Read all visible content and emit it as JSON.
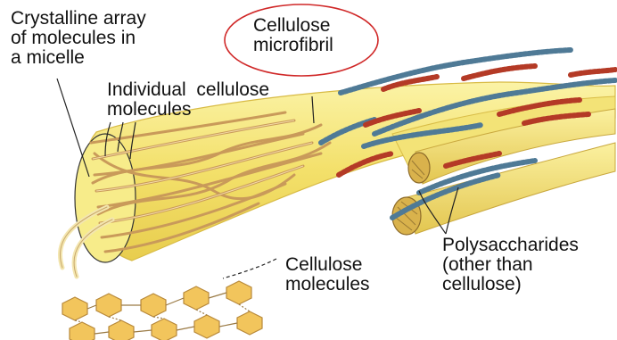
{
  "labels": {
    "crystalline": [
      "Crystalline array",
      "of molecules in",
      "a micelle"
    ],
    "microfibril": [
      "Cellulose",
      "microfibril"
    ],
    "individual": [
      "Individual  cellulose",
      "molecules"
    ],
    "cellulose_molecules": [
      "Cellulose",
      "molecules"
    ],
    "polysaccharides": [
      "Polysaccharides",
      "(other than",
      "cellulose)"
    ]
  },
  "colors": {
    "fibril": "#f6ea7a",
    "fibril_edge": "#e0c64a",
    "strand": "#e2b873",
    "strand_edge": "#b8894a",
    "hexagon": "#f2c55c",
    "blue_chain": "#4f7a96",
    "red_chain": "#b43a26",
    "highlight_ellipse": "#d02828",
    "text": "#111111"
  }
}
